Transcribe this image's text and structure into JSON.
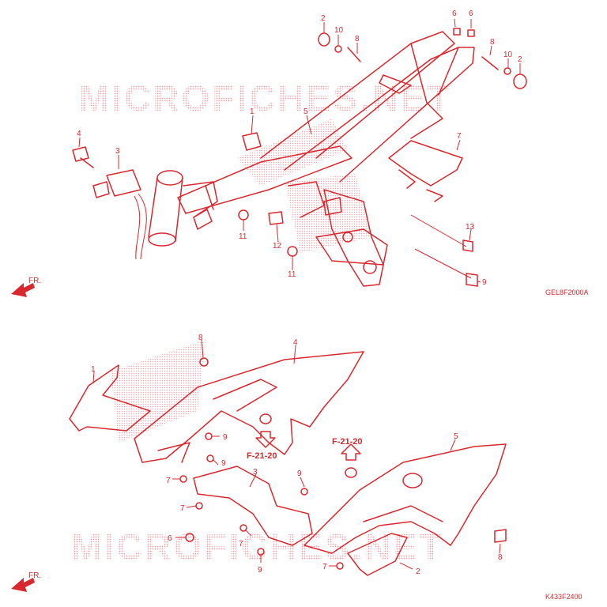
{
  "watermark": "MICROFICHES.NET",
  "direction_label": "FR.",
  "diagrams": [
    {
      "code": "GEL8F2000A"
    },
    {
      "code": "K433F2400"
    }
  ],
  "cross_references": [
    "F-21-20",
    "F-21-20"
  ],
  "top_callouts": [
    "2",
    "10",
    "8",
    "6",
    "6",
    "8",
    "10",
    "2",
    "1",
    "5",
    "4",
    "3",
    "7",
    "11",
    "12",
    "11",
    "13",
    "9"
  ],
  "bottom_callouts": [
    "8",
    "4",
    "1",
    "9",
    "9",
    "7",
    "3",
    "9",
    "7",
    "6",
    "7",
    "9",
    "5",
    "8",
    "7",
    "2"
  ],
  "colors": {
    "line": "#d8282e",
    "watermark": "#f2b8ba",
    "background": "#ffffff"
  }
}
